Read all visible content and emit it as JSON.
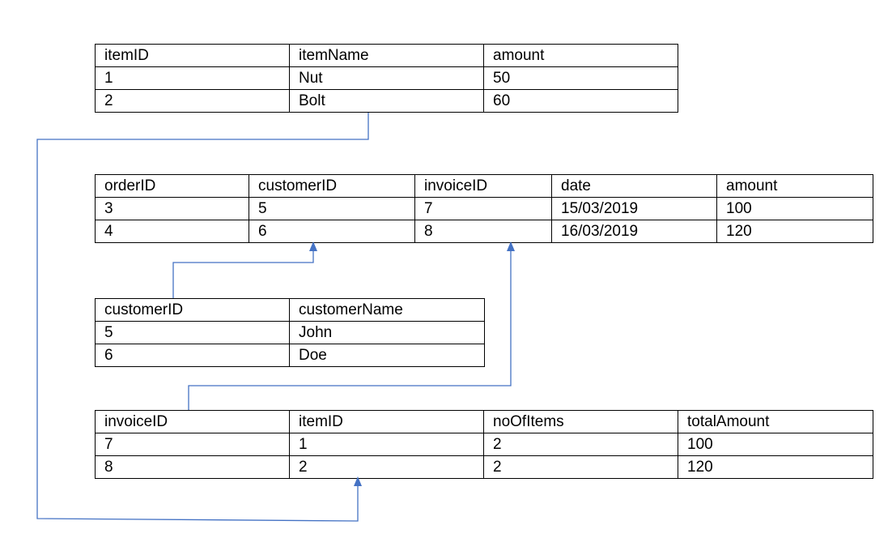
{
  "tables": {
    "items": {
      "columns": [
        "itemID",
        "itemName",
        "amount"
      ],
      "rows": [
        [
          "1",
          "Nut",
          "50"
        ],
        [
          "2",
          "Bolt",
          "60"
        ]
      ]
    },
    "orders": {
      "columns": [
        "orderID",
        "customerID",
        "invoiceID",
        "date",
        "amount"
      ],
      "rows": [
        [
          "3",
          "5",
          "7",
          "15/03/2019",
          "100"
        ],
        [
          "4",
          "6",
          "8",
          "16/03/2019",
          "120"
        ]
      ]
    },
    "customers": {
      "columns": [
        "customerID",
        "customerName"
      ],
      "rows": [
        [
          "5",
          "John"
        ],
        [
          "6",
          "Doe"
        ]
      ]
    },
    "invoices": {
      "columns": [
        "invoiceID",
        "itemID",
        "noOfItems",
        "totalAmount"
      ],
      "rows": [
        [
          "7",
          "1",
          "2",
          "100"
        ],
        [
          "8",
          "2",
          "2",
          "120"
        ]
      ]
    }
  },
  "colors": {
    "connector": "#4472C4",
    "border": "#000000",
    "text": "#000000"
  }
}
